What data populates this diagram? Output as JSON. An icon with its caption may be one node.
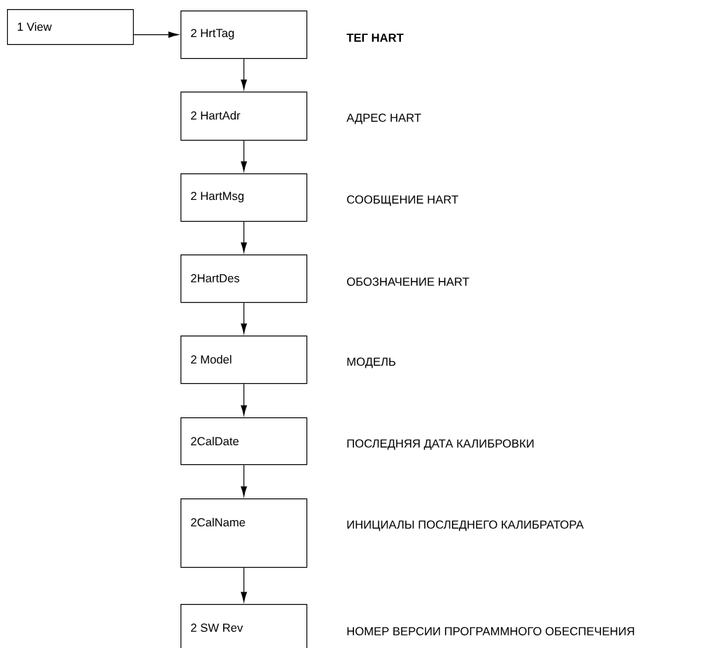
{
  "diagram": {
    "nodes": [
      {
        "text": [
          "1 View"
        ]
      },
      {
        "text": [
          "2 HrtTag"
        ],
        "beside": [
          "ТЕГ HART"
        ]
      },
      {
        "text": [
          "2 HartAdr"
        ],
        "beside": [
          "АДРЕС HART"
        ]
      },
      {
        "text": [
          "2 HartMsg"
        ],
        "beside": [
          "СООБЩЕНИЕ HART"
        ]
      },
      {
        "text": [
          "2HartDes"
        ],
        "beside": [
          "ОБОЗНАЧЕНИЕ HART"
        ]
      },
      {
        "text": [
          "2 Model"
        ],
        "beside": [
          "МОДЕЛЬ"
        ]
      },
      {
        "text": [
          "2CalDate"
        ],
        "beside": [
          "ПОСЛЕДНЯЯ ДАТА КАЛИБРОВКИ"
        ]
      },
      {
        "text": [
          "2CalName"
        ],
        "beside": [
          "ИНИЦИАЛЫ ПОСЛЕДНЕГО КАЛИБРАТОРА"
        ]
      },
      {
        "text": [
          "2 SW Rev"
        ],
        "beside": [
          "НОМЕР ВЕРСИИ ПРОГРАММНОГО ОБЕСПЕЧЕНИЯ"
        ]
      }
    ],
    "edges": [
      {
        "from": 0,
        "to": 1,
        "arrow": "to"
      },
      {
        "from": 1,
        "to": 2,
        "arrow": "to"
      },
      {
        "from": 2,
        "to": 3,
        "arrow": "to"
      },
      {
        "from": 3,
        "to": 4,
        "arrow": "to"
      },
      {
        "from": 4,
        "to": 5,
        "arrow": "to"
      },
      {
        "from": 5,
        "to": 6,
        "arrow": "to"
      },
      {
        "from": 6,
        "to": 7,
        "arrow": "to"
      },
      {
        "from": 7,
        "to": 8,
        "arrow": "to"
      }
    ]
  }
}
